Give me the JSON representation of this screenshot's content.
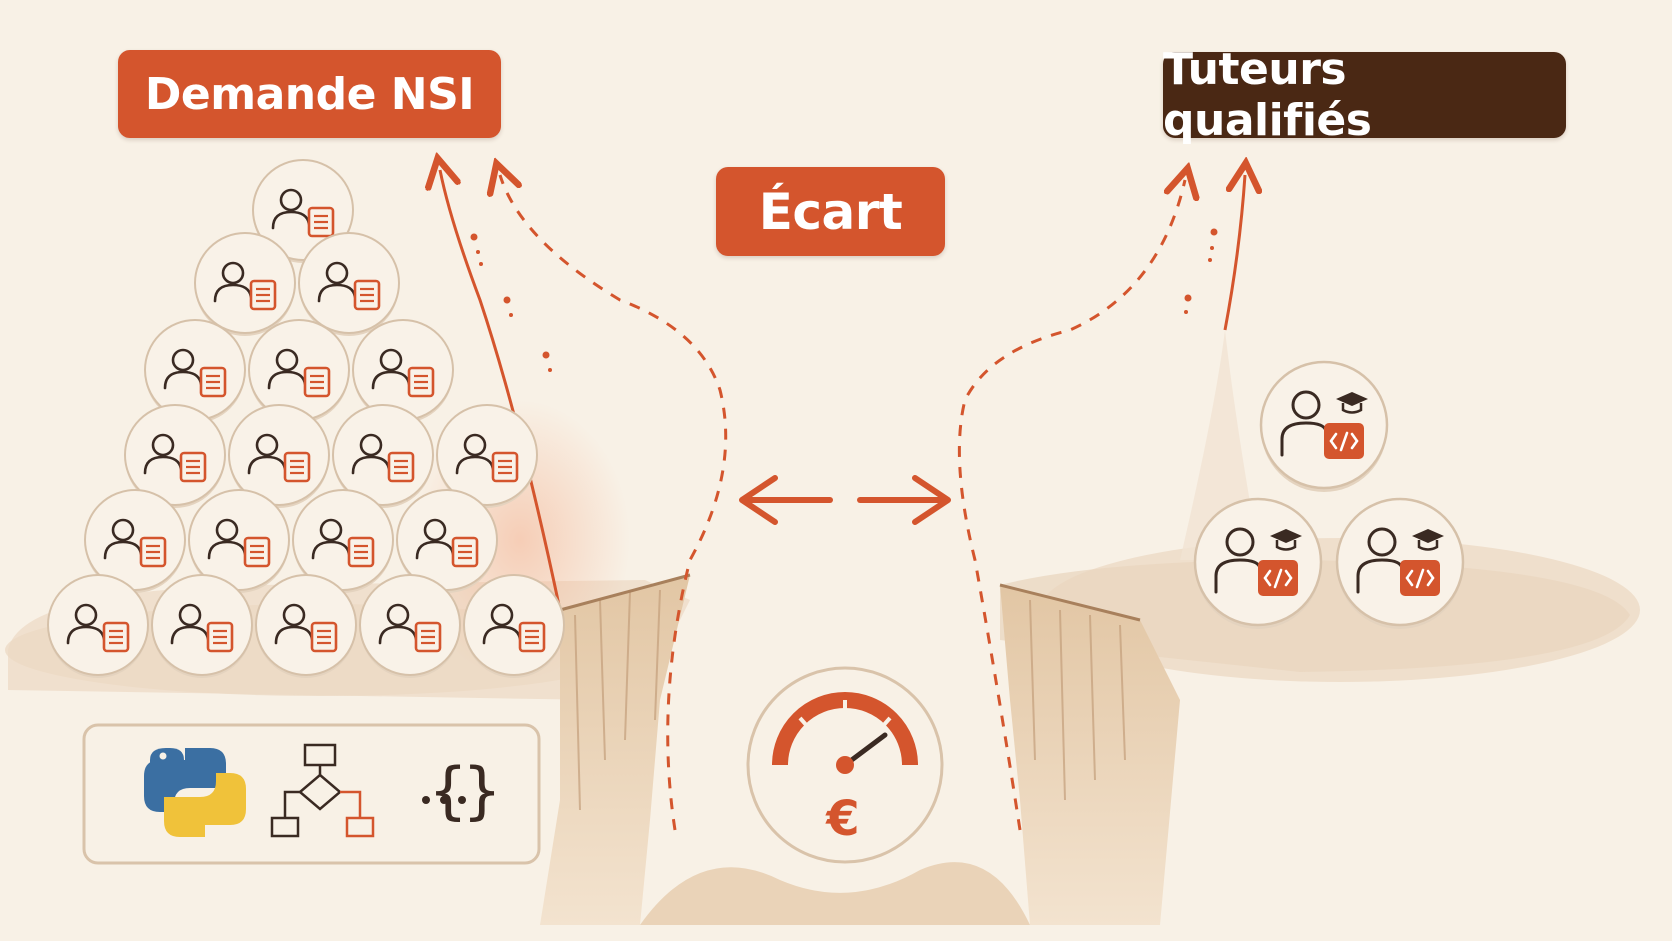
{
  "labels": {
    "demand": "Demande NSI",
    "tutors": "Tuteurs qualifiés",
    "gap": "Écart"
  },
  "demand_pyramid_rows": [
    1,
    2,
    3,
    4,
    4,
    5
  ],
  "tutor_count": 3,
  "skills_icons": [
    "python-logo-icon",
    "flowchart-icon",
    "braces-ellipsis-icon"
  ],
  "gauge": {
    "currency_symbol": "€"
  },
  "colors": {
    "background": "#f8f1e6",
    "accent_orange": "#d4552d",
    "dark_brown": "#4a2814",
    "line_dark": "#3a2a22",
    "rock": "#d9bd9c"
  }
}
